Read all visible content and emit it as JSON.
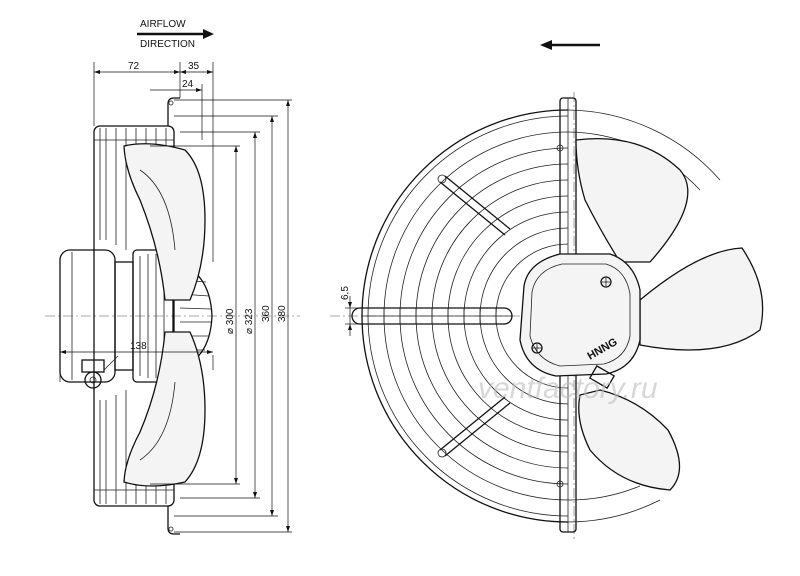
{
  "airflow": {
    "line1": "AIRFLOW",
    "line2": "DIRECTION"
  },
  "side_view": {
    "dims": {
      "d72": "72",
      "d35": "35",
      "d24": "24",
      "d138": "138",
      "d300": "⌀ 300",
      "d323": "⌀ 323",
      "d360": "360",
      "d380": "380"
    }
  },
  "front_view": {
    "dim_65": "6,5",
    "motor_label": "HNNG",
    "watermark": "ventfactory.ru"
  }
}
